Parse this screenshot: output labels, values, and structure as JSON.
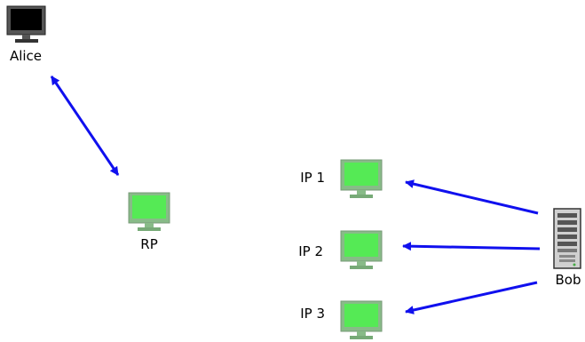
{
  "nodes": {
    "alice": {
      "label": "Alice",
      "icon": "monitor-icon",
      "color": "#000000"
    },
    "rp": {
      "label": "RP",
      "icon": "monitor-icon",
      "color": "#55ea55"
    },
    "ip1": {
      "label": "IP 1",
      "icon": "monitor-icon",
      "color": "#55ea55"
    },
    "ip2": {
      "label": "IP 2",
      "icon": "monitor-icon",
      "color": "#55ea55"
    },
    "ip3": {
      "label": "IP 3",
      "icon": "monitor-icon",
      "color": "#55ea55"
    },
    "bob": {
      "label": "Bob",
      "icon": "server-tower-icon",
      "color": "#d0d0d0"
    }
  },
  "edges": [
    {
      "from": "Alice",
      "to": "RP",
      "direction": "bidirectional"
    },
    {
      "from": "Bob",
      "to": "IP 1",
      "direction": "one-way"
    },
    {
      "from": "Bob",
      "to": "IP 2",
      "direction": "one-way"
    },
    {
      "from": "Bob",
      "to": "IP 3",
      "direction": "one-way"
    }
  ],
  "colors": {
    "arrow": "#1010ee",
    "green_monitor_fill": "#55ea55",
    "green_monitor_frame": "#88bb88",
    "black_monitor_fill": "#000000",
    "black_monitor_frame": "#555555"
  }
}
